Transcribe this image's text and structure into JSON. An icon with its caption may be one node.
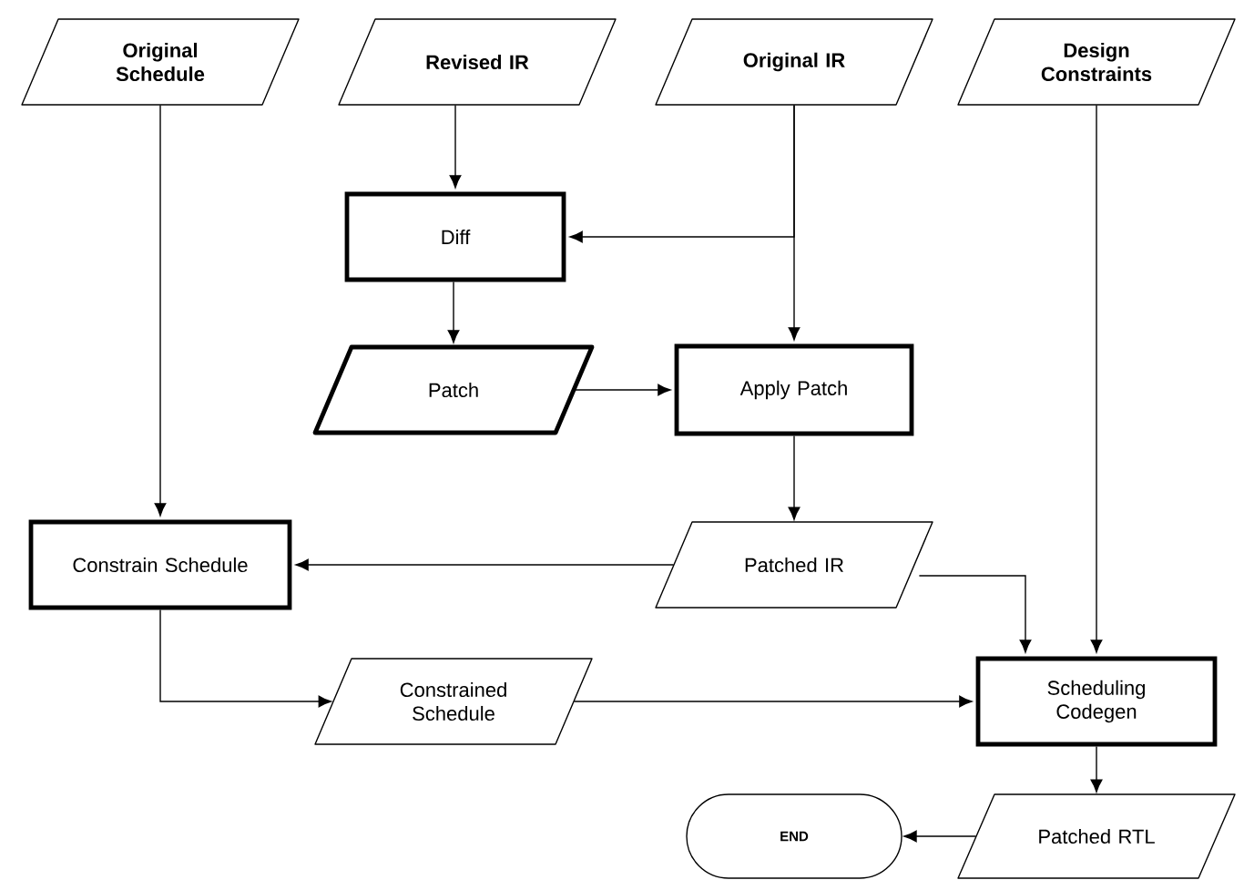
{
  "diagram": {
    "nodes": [
      {
        "text": [
          "Original Schedule"
        ]
      },
      {
        "text": [
          "Revised IR"
        ]
      },
      {
        "text": [
          "Original IR"
        ]
      },
      {
        "text": [
          "Design Constraints"
        ]
      },
      {
        "text": [
          "Diff"
        ]
      },
      {
        "text": [
          "Patch"
        ]
      },
      {
        "text": [
          "Apply Patch"
        ]
      },
      {
        "text": [
          "Constrain Schedule"
        ]
      },
      {
        "text": [
          "Patched IR"
        ]
      },
      {
        "text": [
          "Constrained Schedule"
        ]
      },
      {
        "text": [
          "Scheduling Codegen"
        ]
      },
      {
        "text": [
          "END"
        ]
      },
      {
        "text": [
          "Patched RTL"
        ]
      }
    ],
    "edges": [
      {
        "from": 0,
        "to": 7,
        "arrow": "to"
      },
      {
        "from": 1,
        "to": 4,
        "arrow": "to"
      },
      {
        "from": 2,
        "to": 4,
        "arrow": "to"
      },
      {
        "from": 2,
        "to": 6,
        "arrow": "to"
      },
      {
        "from": 4,
        "to": 5,
        "arrow": "to"
      },
      {
        "from": 5,
        "to": 6,
        "arrow": "to"
      },
      {
        "from": 6,
        "to": 8,
        "arrow": "to"
      },
      {
        "from": 8,
        "to": 7,
        "arrow": "to"
      },
      {
        "from": 8,
        "to": 10,
        "arrow": "to"
      },
      {
        "from": 3,
        "to": 10,
        "arrow": "to"
      },
      {
        "from": 7,
        "to": 9,
        "arrow": "to"
      },
      {
        "from": 9,
        "to": 10,
        "arrow": "to"
      },
      {
        "from": 10,
        "to": 12,
        "arrow": "to"
      },
      {
        "from": 12,
        "to": 11,
        "arrow": "to"
      }
    ]
  }
}
